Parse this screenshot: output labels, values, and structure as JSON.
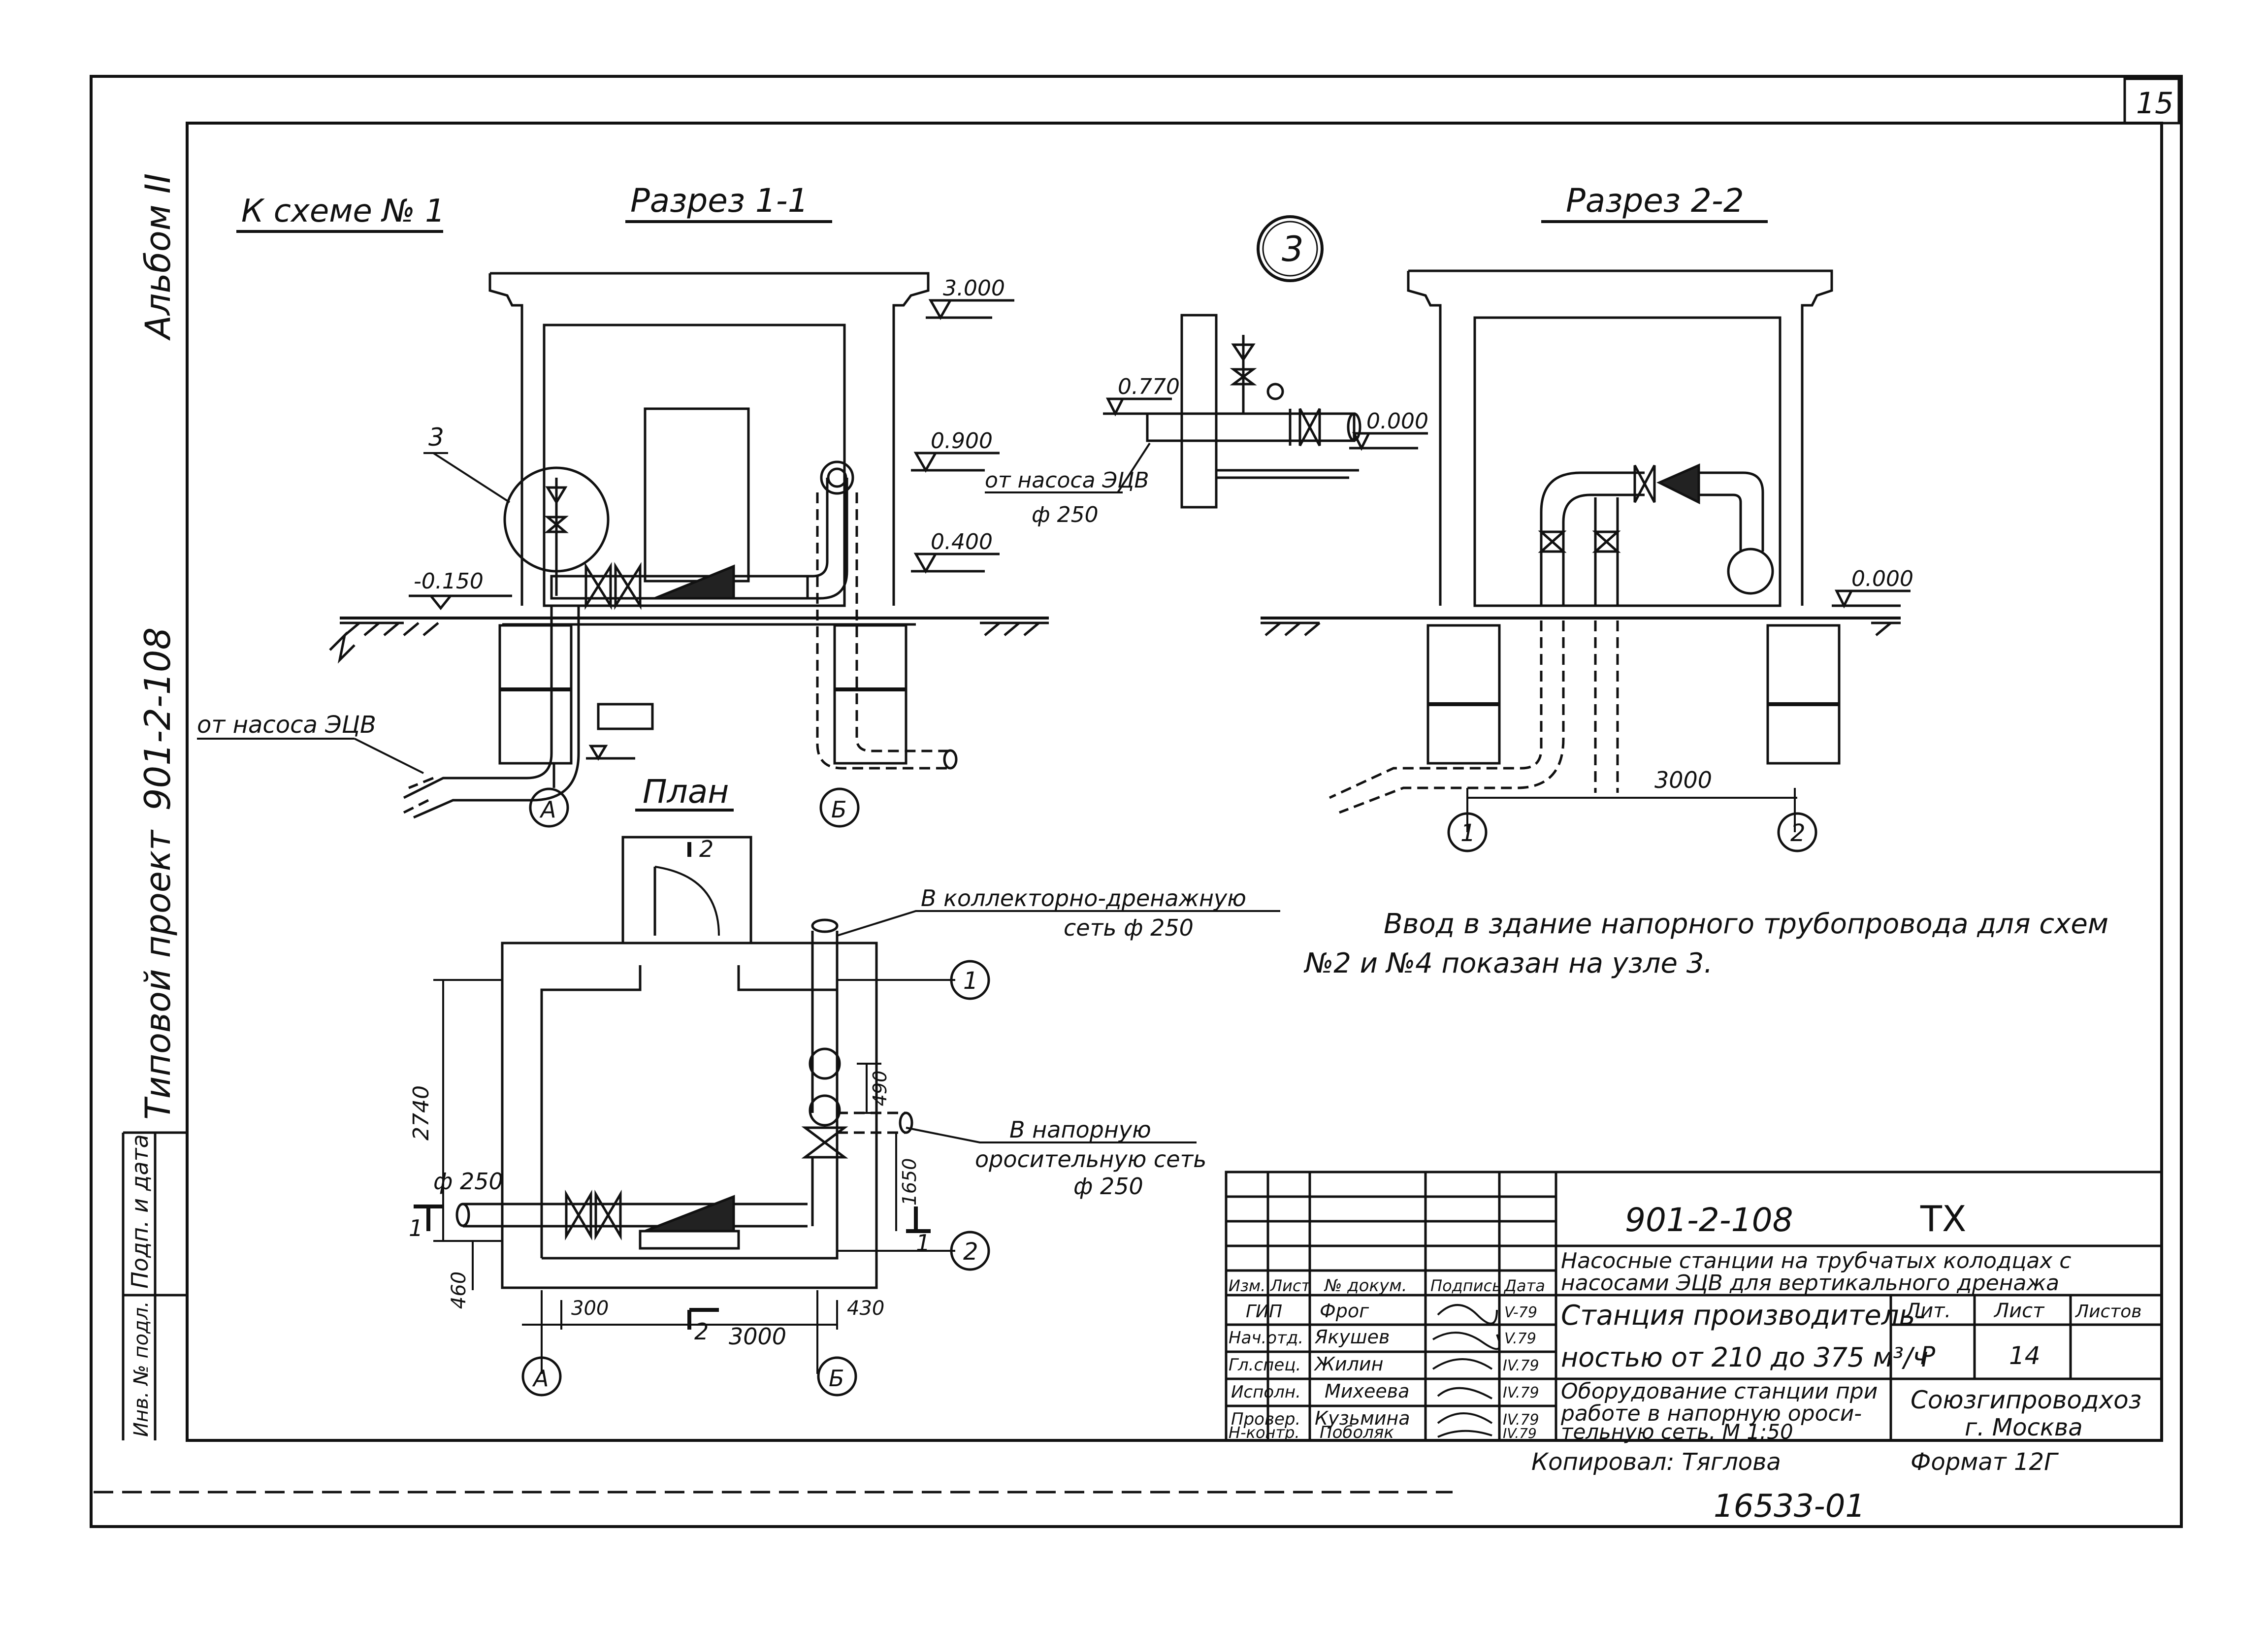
{
  "sheet": {
    "page_number": "15",
    "album_label": "Альбом",
    "album_number": "II",
    "project_label": "Типовой проект",
    "project_number": "901-2-108",
    "stamp_label_1": "Подп. и дата",
    "stamp_label_2": "Инв. № подл."
  },
  "views": {
    "scheme_ref": "К схеме № 1",
    "section_1": "Разрез 1-1",
    "section_2": "Разрез 2-2",
    "plan": "План",
    "node_number": "3"
  },
  "section_1": {
    "elev_top": "3.000",
    "elev_900": "0.900",
    "elev_400": "0.400",
    "elev_ground": "-0.150",
    "leader_3": "3",
    "from_pump": "от насоса ЭЦВ",
    "axis_a": "А",
    "axis_b": "Б"
  },
  "node_3": {
    "elev_770": "0.770",
    "elev_000": "0.000",
    "from_pump": "от насоса ЭЦВ",
    "diameter": "ф 250"
  },
  "section_2": {
    "elev_000": "0.000",
    "dim_3000": "3000",
    "axis_1": "1",
    "axis_2": "2"
  },
  "plan": {
    "to_collector_1": "В коллекторно-дренажную",
    "to_collector_2": "сеть ф 250",
    "to_pressure_1": "В напорную",
    "to_pressure_2": "оросительную сеть",
    "to_pressure_3": "ф 250",
    "inlet_diameter": "ф 250",
    "dim_2740": "2740",
    "dim_460": "460",
    "dim_300": "300",
    "dim_3000": "3000",
    "dim_430": "430",
    "dim_490": "490",
    "dim_1650": "1650",
    "cut_1": "1",
    "cut_1b": "1",
    "cut_2": "2",
    "cut_2b": "2",
    "axis_1": "1",
    "axis_2": "2",
    "axis_a": "А",
    "axis_b": "Б"
  },
  "note": {
    "line_1": "Ввод в здание напорного трубопровода для схем",
    "line_2": "№2 и №4 показан на узле 3."
  },
  "title_block": {
    "code": "901-2-108",
    "mark": "ТХ",
    "object_1": "Насосные станции на трубчатых колодцах с",
    "object_2": "насосами ЭЦВ для вертикального дренажа",
    "hdr_izm": "Изм.",
    "hdr_list": "Лист",
    "hdr_doc": "№ докум.",
    "hdr_sign": "Подпись",
    "hdr_date": "Дата",
    "roles": [
      "ГИП",
      "Нач.отд.",
      "Гл.спец.",
      "Исполн.",
      "Провер.",
      "Н-контр."
    ],
    "names": [
      "Фрог",
      "Якушев",
      "Жилин",
      "Михеева",
      "Кузьмина",
      "Поболяк"
    ],
    "dates": [
      "V-79",
      "V.79",
      "IV.79",
      "IV.79",
      "IV.79",
      "IV.79"
    ],
    "station_1": "Станция производитель-",
    "station_2": "ностью от 210 до 375 м³/ч",
    "drawing_1": "Оборудование станции при",
    "drawing_2": "работе в напорную ороси-",
    "drawing_3": "тельную сеть. М 1:50",
    "lit_hdr": "Лит.",
    "sheet_hdr": "Лист",
    "sheets_hdr": "Листов",
    "lit_val": "Р",
    "sheet_val": "14",
    "org_1": "Союзгипроводхоз",
    "org_2": "г. Москва"
  },
  "footer": {
    "copied": "Копировал: Тяглова",
    "format": "Формат 12Г",
    "inv": "16533-01"
  }
}
